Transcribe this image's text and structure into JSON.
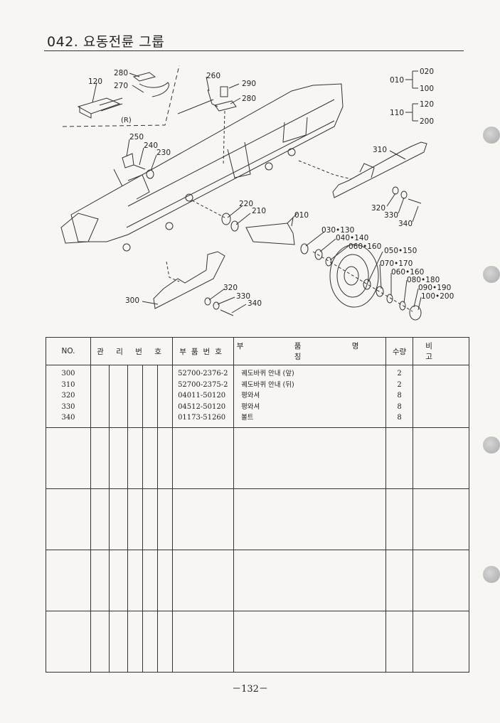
{
  "header": {
    "title": "042. 요동전륜 그룹"
  },
  "diagram": {
    "view_note": "(R)",
    "callouts": [
      "280",
      "120",
      "270",
      "260",
      "290",
      "280",
      "250",
      "240",
      "230",
      "220",
      "210",
      "010",
      "030•130",
      "040•140",
      "060•160",
      "050•150",
      "070•170",
      "060•160",
      "080•180",
      "090•190",
      "100•200",
      "310",
      "320",
      "330",
      "340",
      "300",
      "320",
      "330",
      "340"
    ],
    "legend": [
      {
        "parent": "010",
        "children": [
          "020",
          "100"
        ]
      },
      {
        "parent": "110",
        "children": [
          "120",
          "200"
        ]
      }
    ]
  },
  "table": {
    "headers": {
      "no": "NO.",
      "mgmt": "관 리 번 호",
      "part_no": "부품번호",
      "name": "부 품 명 칭",
      "qty": "수량",
      "remarks": "비 고"
    },
    "rows": [
      {
        "no": "300",
        "part_no": "52700-2376-2",
        "name": "궤도바퀴 안내 (앞)",
        "qty": "2"
      },
      {
        "no": "310",
        "part_no": "52700-2375-2",
        "name": "궤도바퀴 안내 (뒤)",
        "qty": "2"
      },
      {
        "no": "320",
        "part_no": "04011-50120",
        "name": "평와셔",
        "qty": "8"
      },
      {
        "no": "330",
        "part_no": "04512-50120",
        "name": "평와셔",
        "qty": "8"
      },
      {
        "no": "340",
        "part_no": "01173-51260",
        "name": "볼트",
        "qty": "8"
      }
    ]
  },
  "footer": {
    "page_number": "－132－"
  }
}
